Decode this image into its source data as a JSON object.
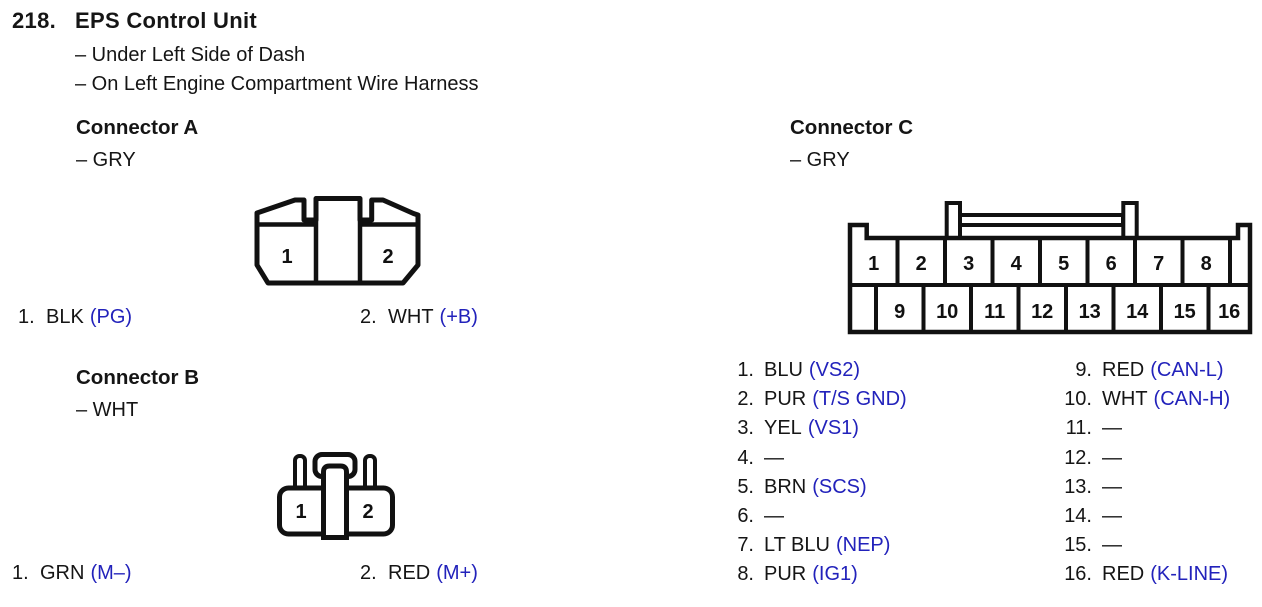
{
  "page": {
    "number": "218.",
    "title": "EPS Control Unit",
    "location_lines": [
      "– Under Left Side of Dash",
      "– On Left Engine Compartment Wire Harness"
    ]
  },
  "colors": {
    "ink": "#151515",
    "diagram_line": "#111111",
    "accent_blue": "#2222bb",
    "background": "#ffffff"
  },
  "connector_a": {
    "heading": "Connector A",
    "color_note": "– GRY",
    "diagram_pins": [
      "1",
      "2"
    ],
    "pins": [
      {
        "num": "1.",
        "wire": "BLK",
        "code": "(PG)"
      },
      {
        "num": "2.",
        "wire": "WHT",
        "code": "(+B)"
      }
    ]
  },
  "connector_b": {
    "heading": "Connector B",
    "color_note": "– WHT",
    "diagram_pins": [
      "1",
      "2"
    ],
    "pins": [
      {
        "num": "1.",
        "wire": "GRN",
        "code": "(M–)"
      },
      {
        "num": "2.",
        "wire": "RED",
        "code": "(M+)"
      }
    ]
  },
  "connector_c": {
    "heading": "Connector C",
    "color_note": "– GRY",
    "diagram_pins_top": [
      "1",
      "2",
      "3",
      "4",
      "5",
      "6",
      "7",
      "8"
    ],
    "diagram_pins_bottom": [
      "9",
      "10",
      "11",
      "12",
      "13",
      "14",
      "15",
      "16"
    ],
    "pins_left": [
      {
        "num": "1.",
        "wire": "BLU",
        "code": "(VS2)"
      },
      {
        "num": "2.",
        "wire": "PUR",
        "code": "(T/S GND)"
      },
      {
        "num": "3.",
        "wire": "YEL",
        "code": "(VS1)"
      },
      {
        "num": "4.",
        "wire": "—",
        "code": ""
      },
      {
        "num": "5.",
        "wire": "BRN",
        "code": "(SCS)"
      },
      {
        "num": "6.",
        "wire": "—",
        "code": ""
      },
      {
        "num": "7.",
        "wire": "LT BLU",
        "code": "(NEP)"
      },
      {
        "num": "8.",
        "wire": "PUR",
        "code": "(IG1)"
      }
    ],
    "pins_right": [
      {
        "num": "9.",
        "wire": "RED",
        "code": "(CAN-L)"
      },
      {
        "num": "10.",
        "wire": "WHT",
        "code": "(CAN-H)"
      },
      {
        "num": "11.",
        "wire": "—",
        "code": ""
      },
      {
        "num": "12.",
        "wire": "—",
        "code": ""
      },
      {
        "num": "13.",
        "wire": "—",
        "code": ""
      },
      {
        "num": "14.",
        "wire": "—",
        "code": ""
      },
      {
        "num": "15.",
        "wire": "—",
        "code": ""
      },
      {
        "num": "16.",
        "wire": "RED",
        "code": "(K-LINE)"
      }
    ]
  }
}
